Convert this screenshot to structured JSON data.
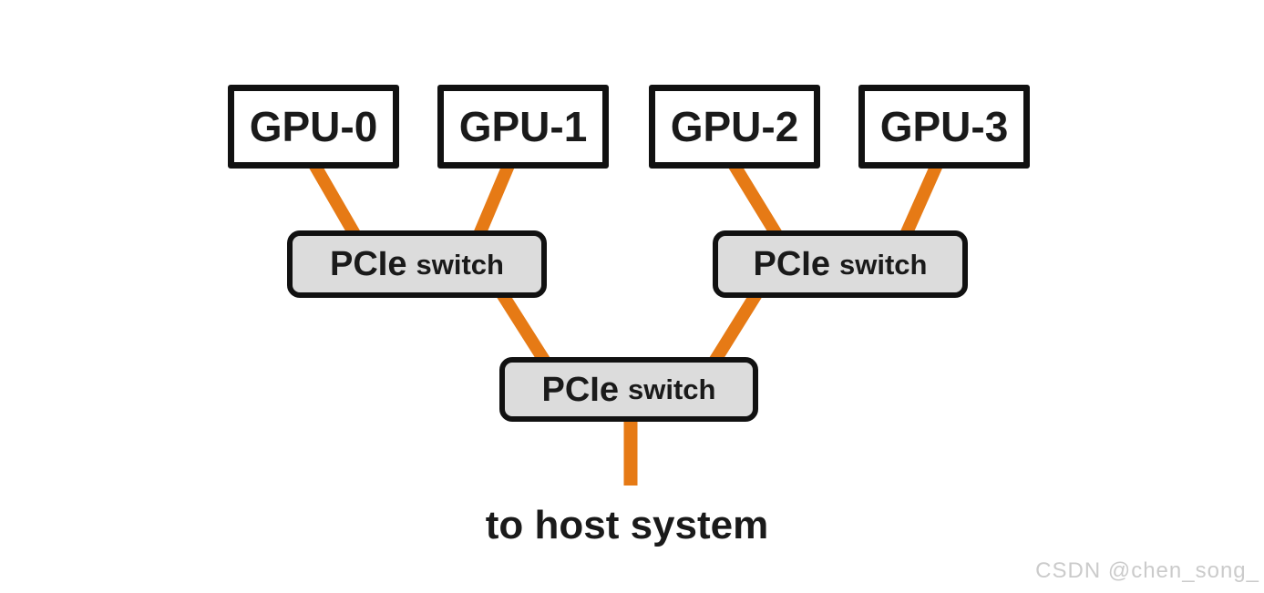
{
  "nodes": {
    "gpus": [
      {
        "id": "gpu-0",
        "label": "GPU-0"
      },
      {
        "id": "gpu-1",
        "label": "GPU-1"
      },
      {
        "id": "gpu-2",
        "label": "GPU-2"
      },
      {
        "id": "gpu-3",
        "label": "GPU-3"
      }
    ],
    "switches": [
      {
        "id": "pcie-switch-left",
        "label_primary": "PCIe",
        "label_secondary": "switch"
      },
      {
        "id": "pcie-switch-right",
        "label_primary": "PCIe",
        "label_secondary": "switch"
      },
      {
        "id": "pcie-switch-root",
        "label_primary": "PCIe",
        "label_secondary": "switch"
      }
    ],
    "host_label": "to host system"
  },
  "edges": [
    {
      "from": "gpu-0",
      "to": "pcie-switch-left"
    },
    {
      "from": "gpu-1",
      "to": "pcie-switch-left"
    },
    {
      "from": "gpu-2",
      "to": "pcie-switch-right"
    },
    {
      "from": "gpu-3",
      "to": "pcie-switch-right"
    },
    {
      "from": "pcie-switch-left",
      "to": "pcie-switch-root"
    },
    {
      "from": "pcie-switch-right",
      "to": "pcie-switch-root"
    },
    {
      "from": "pcie-switch-root",
      "to": "host-system"
    }
  ],
  "colors": {
    "connector": "#E67A15",
    "switch_fill": "#DCDCDC",
    "gpu_fill": "#FFFFFF",
    "outline": "#111111",
    "background": "#FFFFFF",
    "watermark": "#CBCBCB"
  },
  "watermark": {
    "text": "CSDN @chen_song_"
  }
}
